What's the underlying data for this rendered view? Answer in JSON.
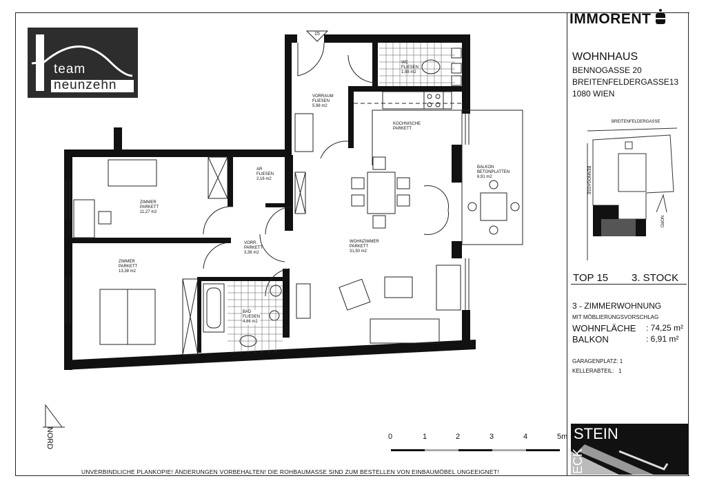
{
  "logo": {
    "line1": "team",
    "line2": "neunzehn"
  },
  "brand": {
    "name": "IMMORENT",
    "symbol": "sparkasse-s-icon"
  },
  "building": {
    "type": "WOHNHAUS",
    "address_lines": [
      "BENNOGASSE 20",
      "BREITENFELDERGASSE13",
      "1080 WIEN"
    ]
  },
  "site_plan": {
    "street_top": "BREITENFELDERGASSE",
    "street_left": "BENNOGASSE",
    "north": "NORD"
  },
  "unit": {
    "top": "TOP 15",
    "floor": "3. STOCK",
    "type": "3 - ZIMMERWOHNUNG",
    "subtitle": "MIT MÖBLIERUNGSVORSCHLAG",
    "living_area_label": "WOHNFLÄCHE",
    "living_area_value": ": 74,25 m²",
    "balcony_label": "BALKON",
    "balcony_value": ": 6,91 m²",
    "garage": "GARAGENPLATZ: 1",
    "cellar": "KELLERABTEIL:   1"
  },
  "door_number": "15",
  "rooms": [
    {
      "name": "VORRAUM",
      "floor": "FLIESEN",
      "area": "5,98 m2"
    },
    {
      "name": "WC",
      "floor": "FLIESEN",
      "area": "1,98 m2"
    },
    {
      "name": "KOCHNISCHE",
      "floor": "PARKETT",
      "area": ""
    },
    {
      "name": "BALKON",
      "floor": "BETONPLATTEN",
      "area": "6,91 m2"
    },
    {
      "name": "AR",
      "floor": "FLIESEN",
      "area": "2,16 m2"
    },
    {
      "name": "ZIMMER",
      "floor": "PARKETT",
      "area": "11,27 m2"
    },
    {
      "name": "VORR.",
      "floor": "PARKETT",
      "area": "3,36 m2"
    },
    {
      "name": "WOHNZIMMER",
      "floor": "PARKETT",
      "area": "31,50 m2"
    },
    {
      "name": "ZIMMER",
      "floor": "PARKETT",
      "area": "13,38 m2"
    },
    {
      "name": "BAD",
      "floor": "FLIESEN",
      "area": "4,66 m2"
    }
  ],
  "north_arrow": "NORD",
  "scale": {
    "ticks": [
      "0",
      "1",
      "2",
      "3",
      "4",
      "5m"
    ]
  },
  "photo": {
    "text": "STEIN",
    "vertical_text": "ECK"
  },
  "footer": "UNVERBINDLICHE PLANKOPIE! ÄNDERUNGEN VORBEHALTEN! DIE ROHBAUMASSE SIND ZUM BESTELLEN VON EINBAUMÖBEL UNGEEIGNET!"
}
